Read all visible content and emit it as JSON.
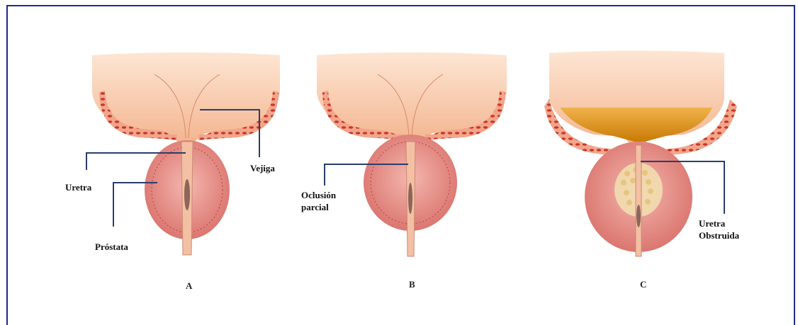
{
  "panels": {
    "a": {
      "letter": "A",
      "labels": {
        "vejiga": "Vejiga",
        "uretra": "Uretra",
        "prostata": "Próstata"
      }
    },
    "b": {
      "letter": "B",
      "labels": {
        "oclusion_1": "Oclusión",
        "oclusion_2": "parcial"
      }
    },
    "c": {
      "letter": "C",
      "labels": {
        "uretra_1": "Uretra",
        "uretra_2": "Obstruida"
      }
    }
  },
  "colors": {
    "frame": "#1e2a8a",
    "bladder": "#f7c9a8",
    "muscle": "#d9543a",
    "prostate": "#e58a7e",
    "urine": "#e39a12",
    "callout": "#2b3d6b"
  }
}
